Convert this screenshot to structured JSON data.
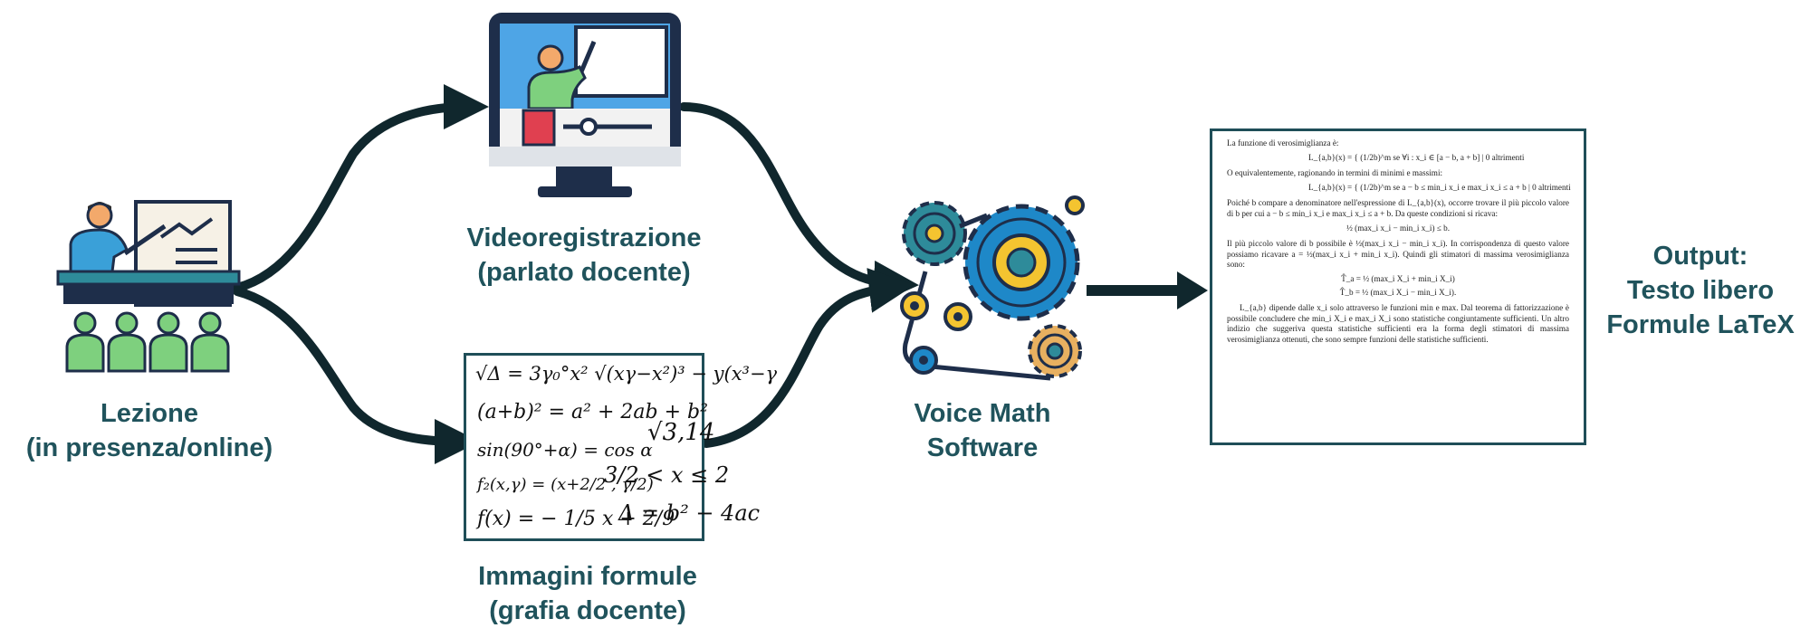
{
  "nodes": {
    "lesson": {
      "line1": "Lezione",
      "line2": "(in presenza/online)"
    },
    "video": {
      "line1": "Videoregistrazione",
      "line2": "(parlato docente)"
    },
    "images": {
      "line1": "Immagini formule",
      "line2": "(grafia docente)"
    },
    "software": {
      "line1": "Voice Math",
      "line2": "Software"
    },
    "output": {
      "line1": "Output:",
      "line2": "Testo libero",
      "line3": "Formule LaTeX"
    }
  },
  "formula_board": {
    "lines": [
      "√Δ = 3γ₀°x² √(xγ−x²)³ − y(x³−γ",
      "(a+b)² = a² + 2ab + b²",
      "√3,14",
      "sin(90°+α) = cos α",
      "3/2 < x ≤ 2",
      "f₂(x,γ) = (x+2/2 , γ/2)",
      "f(x) = − 1/5 x + 2/9",
      "Δ = b² − 4ac"
    ]
  },
  "document": {
    "p1": "La funzione di verosimiglianza è:",
    "eq1": "L_{a,b}(x) = { (1/2b)^m  se ∀i : x_i ∈ [a − b, a + b]   |   0  altrimenti",
    "p2": "O equivalentemente, ragionando in termini di minimi e massimi:",
    "eq2": "L_{a,b}(x) = { (1/2b)^m  se a − b ≤ min_i x_i e max_i x_i ≤ a + b   |   0  altrimenti",
    "p3": "Poiché b compare a denominatore nell'espressione di L_{a,b}(x), occorre trovare il più piccolo valore di b per cui a − b ≤ min_i x_i e max_i x_i ≤ a + b. Da queste condizioni si ricava:",
    "eq3": "½ (max_i x_i − min_i x_i) ≤ b.",
    "p4": "Il più piccolo valore di b possibile è ½(max_i x_i − min_i x_i). In corrispondenza di questo valore possiamo ricavare a = ½(max_i x_i + min_i x_i). Quindi gli stimatori di massima verosimiglianza sono:",
    "eq4": "T̂_a = ½ (max_i X_i + min_i X_i)",
    "eq5": "T̂_b = ½ (max_i X_i − min_i X_i).",
    "p5": "L_{a,b} dipende dalle x_i solo attraverso le funzioni min e max. Dal teorema di fattorizzazione è possibile concludere che min_i X_i e max_i X_i sono statistiche congiuntamente sufficienti. Un altro indizio che suggeriva questa statistiche sufficienti era la forma degli stimatori di massima verosimiglianza ottenuti, che sono sempre funzioni delle statistiche sufficienti."
  },
  "colors": {
    "label": "#20535c",
    "arrow": "#10272d",
    "monitor_frame": "#1e2e4a",
    "screen": "#4ea5e6",
    "gear_blue": "#1e88c8",
    "gear_yellow": "#f4c430",
    "gear_teal": "#2e8b9a",
    "audience": "#7ed07e",
    "record": "#e04050"
  },
  "icons": [
    "teacher-icon",
    "monitor-icon",
    "gears-icon"
  ]
}
